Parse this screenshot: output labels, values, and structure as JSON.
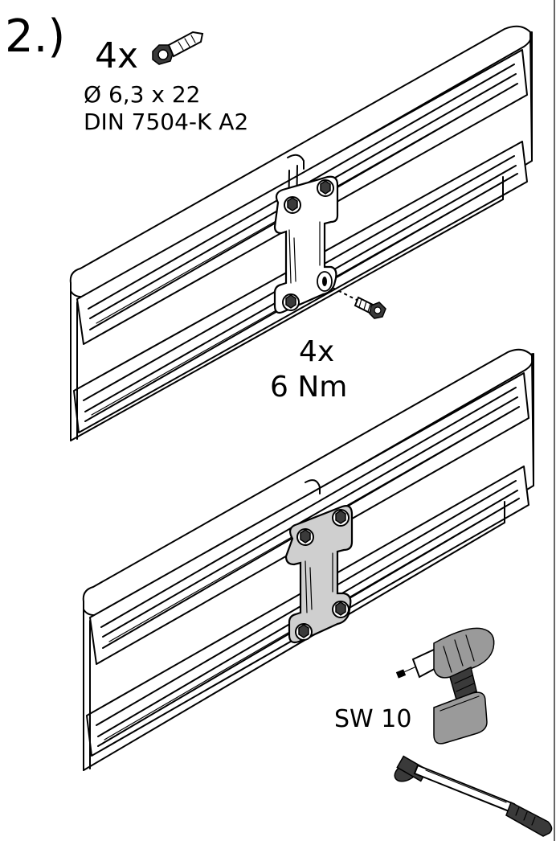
{
  "step_label": "2.)",
  "fastener": {
    "quantity": "4x",
    "dimension": "Ø 6,3 x 22",
    "standard": "DIN 7504-K A2",
    "icon": "hex-self-drilling-screw-icon"
  },
  "assembly": {
    "quantity": "4x",
    "torque": "6 Nm"
  },
  "tool": {
    "wrench_size": "SW 10",
    "icons": [
      "cordless-drill-icon",
      "torque-wrench-icon"
    ]
  },
  "colors": {
    "line": "#000000",
    "plate_fill": "#cfcfcf",
    "background": "#ffffff"
  }
}
